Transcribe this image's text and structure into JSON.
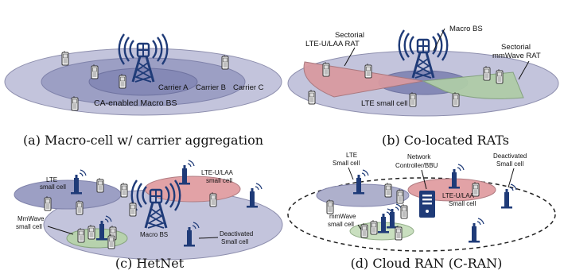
{
  "colors": {
    "cell_fill": "#aeb0cc",
    "cell_inner": "#8f92b8",
    "cell_core": "#767aa6",
    "lte_u": "#e2a2a6",
    "mmwave": "#b7d2ad",
    "tower": "#1f3b78",
    "phone": "#333333"
  },
  "panel_a": {
    "caption": "(a) Macro-cell w/ carrier aggregation",
    "carrier_a": "Carrier A",
    "carrier_b": "Carrier B",
    "carrier_c": "Carrier C",
    "macro_label": "CA-enabled Macro BS"
  },
  "panel_b": {
    "caption": "(b) Co-located RATs",
    "macro_bs": "Macro BS",
    "lte_u_line1": "Sectorial",
    "lte_u_line2": "LTE-U/LAA RAT",
    "mmwave_line1": "Sectorial",
    "mmwave_line2": "mmWave RAT",
    "lte_small": "LTE small cell"
  },
  "panel_c": {
    "caption": "(c) HetNet",
    "lte_line1": "LTE",
    "lte_line2": "small cell",
    "lteu_line1": "LTE-U/LAA",
    "lteu_line2": "small cell",
    "mmwave_line1": "MmWave",
    "mmwave_line2": "small cell",
    "macro_bs": "Macro BS",
    "deact_line1": "Deactivated",
    "deact_line2": "Small cell"
  },
  "panel_d": {
    "caption": "(d) Cloud RAN (C-RAN)",
    "lte_line1": "LTE",
    "lte_line2": "Small cell",
    "nc_line1": "Network",
    "nc_line2": "Controller/BBU",
    "deact_line1": "Deactivated",
    "deact_line2": "Small cell",
    "lteu_line1": "LTE-U/LAA",
    "lteu_line2": "Small cell",
    "mmwave_line1": "mmWave",
    "mmwave_line2": "small cell"
  }
}
